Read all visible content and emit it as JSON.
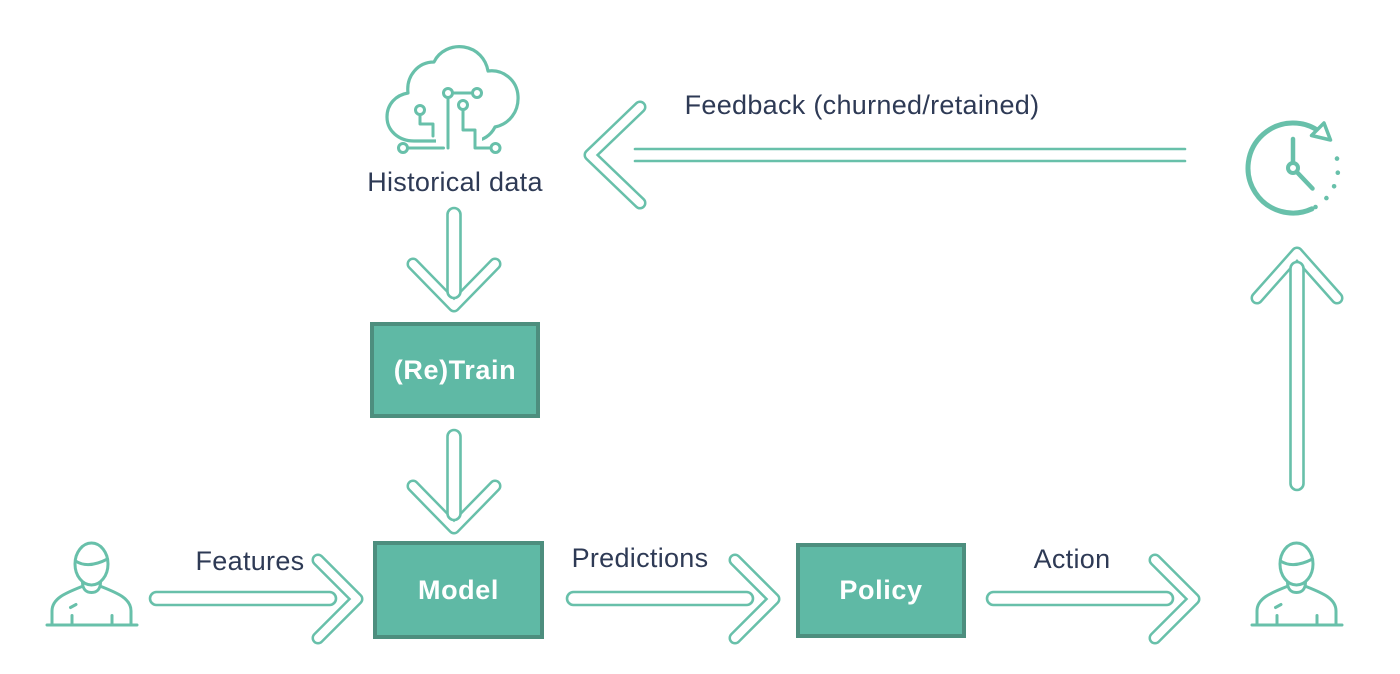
{
  "labels": {
    "historical_data": "Historical data",
    "feedback": "Feedback (churned/retained)",
    "features": "Features",
    "predictions": "Predictions",
    "action": "Action"
  },
  "boxes": {
    "retrain": "(Re)Train",
    "model": "Model",
    "policy": "Policy"
  },
  "icons": {
    "cloud": "cloud-circuit-icon",
    "clock": "history-clock-icon",
    "user_left": "user-icon",
    "user_right": "user-icon"
  },
  "colors": {
    "teal": "#68c0aa",
    "box_fill": "#5fb9a5",
    "box_border": "#4d8e7e",
    "label_text": "#2e3a55",
    "box_text": "#ffffff"
  },
  "flow": [
    {
      "from": "Historical data",
      "to": "(Re)Train",
      "label": ""
    },
    {
      "from": "(Re)Train",
      "to": "Model",
      "label": ""
    },
    {
      "from": "User",
      "to": "Model",
      "label": "Features"
    },
    {
      "from": "Model",
      "to": "Policy",
      "label": "Predictions"
    },
    {
      "from": "Policy",
      "to": "User",
      "label": "Action"
    },
    {
      "from": "User",
      "to": "Time",
      "label": ""
    },
    {
      "from": "Time",
      "to": "Historical data",
      "label": "Feedback (churned/retained)"
    }
  ]
}
